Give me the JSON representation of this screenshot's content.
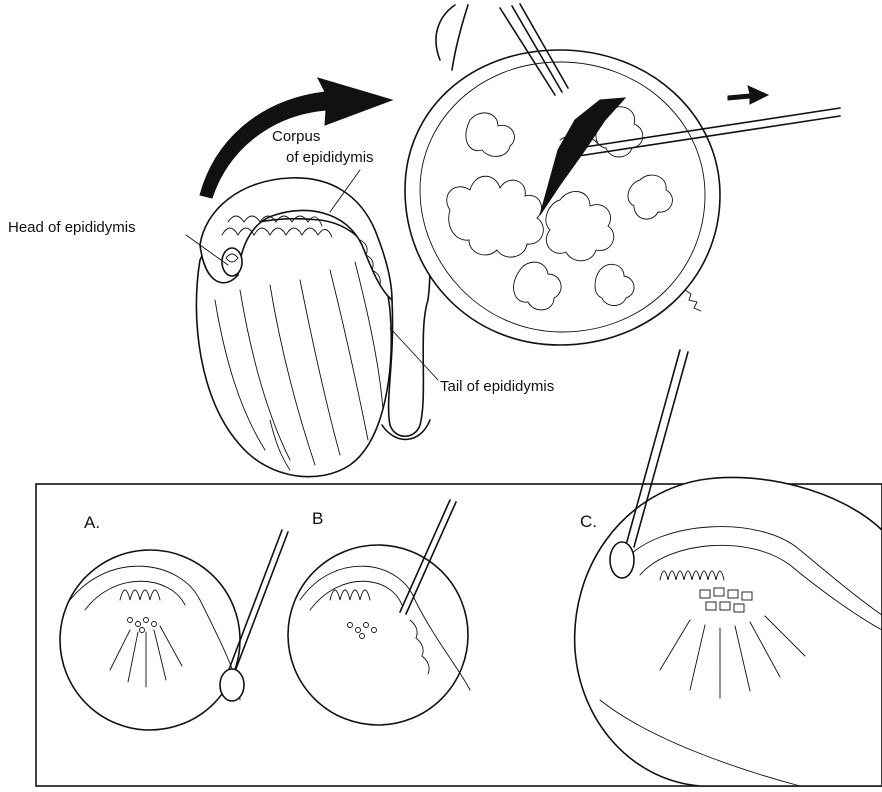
{
  "labels": {
    "corpus_line1": "Corpus",
    "corpus_line2": "of epididymis",
    "head": "Head of epididymis",
    "tail": "Tail of epididymis"
  },
  "panels": {
    "a": "A.",
    "b": "B",
    "c": "C."
  },
  "colors": {
    "ink": "#111111",
    "paper": "#ffffff"
  }
}
